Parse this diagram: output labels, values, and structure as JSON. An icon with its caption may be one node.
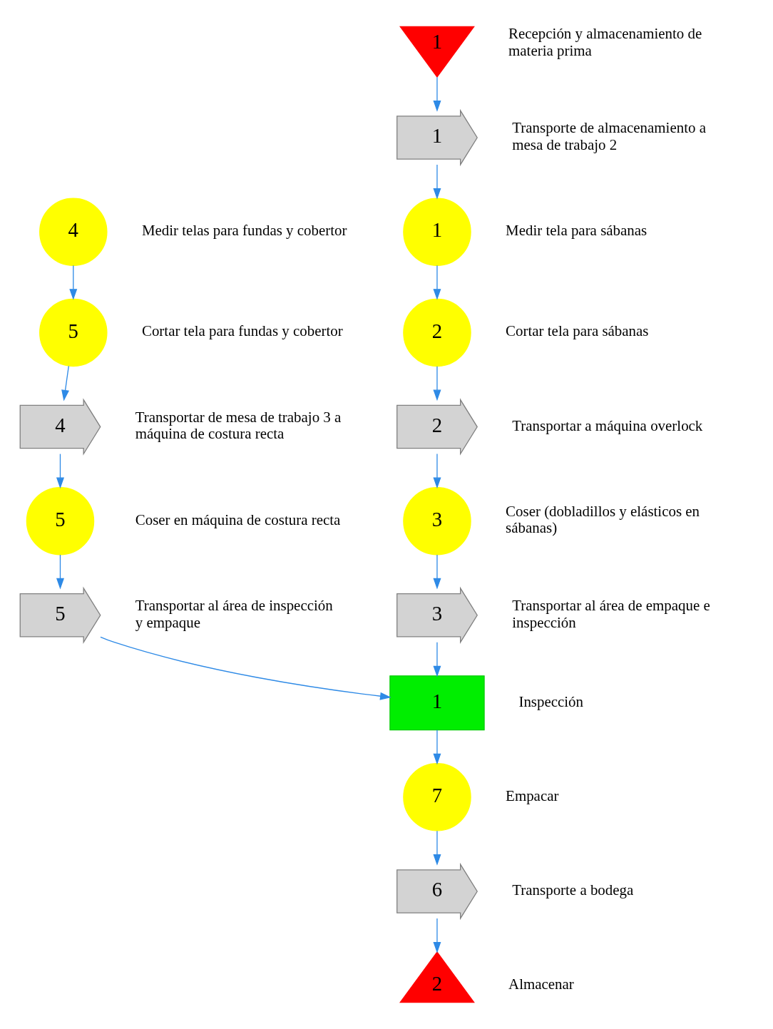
{
  "diagram": {
    "nodes": [
      {
        "text": [
          "1"
        ],
        "beside": [
          "Recepción y almacenamiento de materia prima"
        ]
      },
      {
        "text": [
          "1"
        ],
        "beside": [
          "Transporte de almacenamiento a mesa de trabajo 2"
        ]
      },
      {
        "text": [
          "1"
        ],
        "beside": [
          "Medir tela para sábanas"
        ]
      },
      {
        "text": [
          "2"
        ],
        "beside": [
          "Cortar tela para sábanas"
        ]
      },
      {
        "text": [
          "2"
        ],
        "beside": [
          "Transportar a máquina overlock"
        ]
      },
      {
        "text": [
          "3"
        ],
        "beside": [
          "Coser (dobladillos y elásticos en sábanas)"
        ]
      },
      {
        "text": [
          "3"
        ],
        "beside": [
          "Transportar al área de empaque e inspección"
        ]
      },
      {
        "text": [
          "4"
        ],
        "beside": [
          "Medir telas para fundas y cobertor"
        ]
      },
      {
        "text": [
          "5"
        ],
        "beside": [
          "Cortar tela para fundas y cobertor"
        ]
      },
      {
        "text": [
          "4"
        ],
        "beside": [
          "Transportar de mesa de trabajo 3 a máquina de costura recta"
        ]
      },
      {
        "text": [
          "5"
        ],
        "beside": [
          "Coser en máquina de costura recta"
        ]
      },
      {
        "text": [
          "5"
        ],
        "beside": [
          "Transportar al área de inspección y empaque"
        ]
      },
      {
        "text": [
          "1"
        ],
        "beside": [
          "Inspección"
        ]
      },
      {
        "text": [
          "7"
        ],
        "beside": [
          "Empacar"
        ]
      },
      {
        "text": [
          "6"
        ],
        "beside": [
          "Transporte a bodega"
        ]
      },
      {
        "text": [
          "2"
        ],
        "beside": [
          "Almacenar"
        ]
      }
    ],
    "edges": [
      {
        "from": 0,
        "to": 1,
        "arrow": "to"
      },
      {
        "from": 1,
        "to": 2,
        "arrow": "to"
      },
      {
        "from": 2,
        "to": 3,
        "arrow": "to"
      },
      {
        "from": 3,
        "to": 4,
        "arrow": "to"
      },
      {
        "from": 4,
        "to": 5,
        "arrow": "to"
      },
      {
        "from": 5,
        "to": 6,
        "arrow": "to"
      },
      {
        "from": 6,
        "to": 12,
        "arrow": "to"
      },
      {
        "from": 7,
        "to": 8,
        "arrow": "to"
      },
      {
        "from": 8,
        "to": 9,
        "arrow": "to"
      },
      {
        "from": 9,
        "to": 10,
        "arrow": "to"
      },
      {
        "from": 10,
        "to": 11,
        "arrow": "to"
      },
      {
        "from": 11,
        "to": 12,
        "arrow": "to"
      },
      {
        "from": 12,
        "to": 13,
        "arrow": "to"
      },
      {
        "from": 13,
        "to": 14,
        "arrow": "to"
      },
      {
        "from": 14,
        "to": 15,
        "arrow": "to"
      }
    ]
  }
}
